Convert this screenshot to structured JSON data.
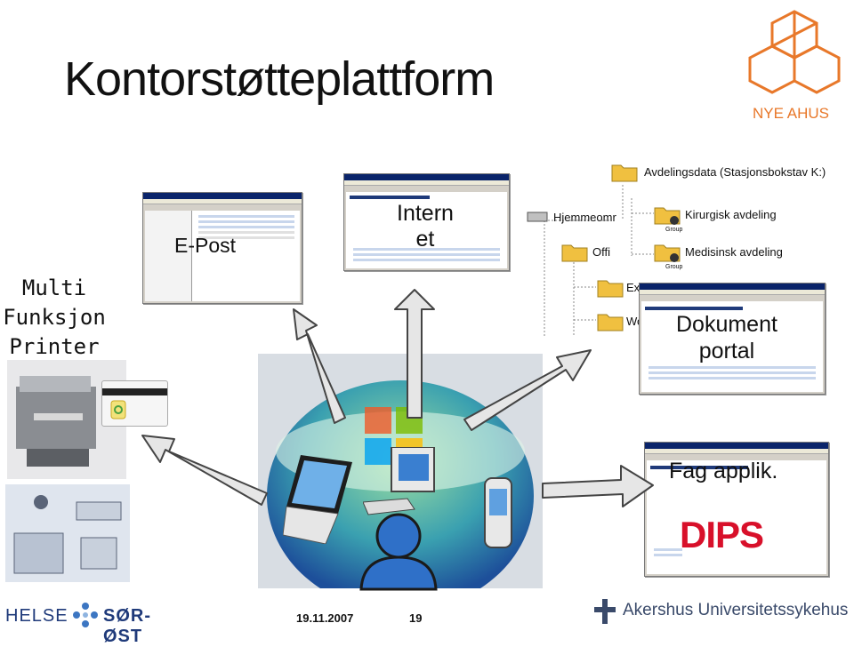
{
  "title": "Kontorstøtteplattform",
  "logo_text": "NYE AHUS",
  "labels": {
    "multi": [
      "Multi",
      "Funksjon",
      "Printer"
    ],
    "epost": "E-Post",
    "internet": [
      "Intern",
      "et"
    ],
    "dokument": [
      "Dokument",
      "portal"
    ],
    "fag": "Fag applik."
  },
  "folders": {
    "avdeling": "Avdelingsdata (Stasjonsbokstav K:)",
    "hjemme": "Hjemmeomr",
    "kirurgisk": "Kirurgisk avdeling",
    "medisinsk": "Medisinsk avdeling",
    "group": "Group",
    "offi": "Offi",
    "ex": "Ex",
    "wo": "Wo"
  },
  "dips": "DIPS",
  "footer": {
    "helse": "HELSE",
    "sorost": "SØR-ØST",
    "date": "19.11.2007",
    "page": "19",
    "ahus": "Akershus Universitetssykehus"
  },
  "colors": {
    "accent_orange": "#e8782a",
    "folder": "#f0c040",
    "navy": "#1f3a7a",
    "dips_red": "#d8102a"
  }
}
